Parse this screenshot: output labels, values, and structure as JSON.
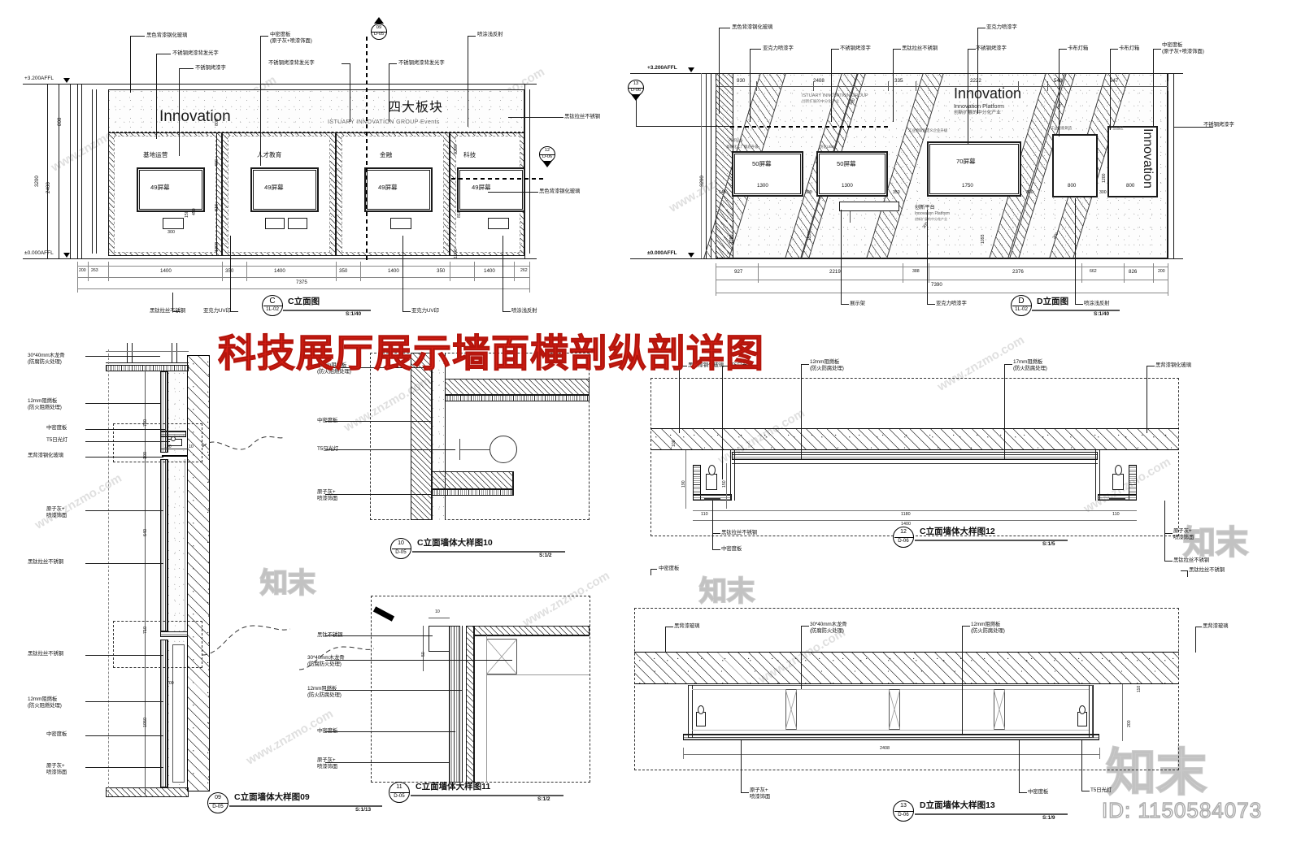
{
  "sheet": {
    "big_title": "科技展厅展示墙面横剖纵剖详图",
    "id_text": "ID: 1150584073",
    "watermark_cn": "知末",
    "watermark_url": "www.znzmo.com"
  },
  "elevation_c": {
    "title": "C立面图",
    "bubble_letter": "C",
    "bubble_sheet": "1L-02",
    "scale": "S:1/40",
    "level_top": "+3.200AFFL",
    "level_bottom": "±0.000AFFL",
    "headline_en": "Innovation",
    "headline_cn": "四大板块",
    "subline_en": "ISTUARY INNOVATION GROUP Events",
    "panel_titles": [
      "基地运营",
      "人才教育",
      "金融",
      "科技"
    ],
    "screen_label": "49屏幕",
    "vert_dims": [
      "800",
      "2400",
      "3200",
      "1000",
      "818",
      "450",
      "150",
      "300"
    ],
    "bottom_dims": [
      "200",
      "263",
      "1400",
      "350",
      "1400",
      "350",
      "1400",
      "350",
      "1400",
      "262"
    ],
    "total_dim": "7375",
    "notes_top": [
      "黑色背漆钢化玻璃",
      "不锈钢烤漆背发光字",
      "不锈钢烤漆字",
      "中密度板\n(原子灰+喷漆饰面)",
      "不锈钢烤漆背发光字",
      "不锈钢烤漆背发光字",
      "喷涂浅反射"
    ],
    "notes_right": [
      "黑钛拉丝不锈钢",
      "黑色背漆钢化玻璃"
    ],
    "notes_bottom": [
      "黑钛拉丝不锈钢",
      "亚克力UV印",
      "亚克力UV印",
      "喷涂浅反射"
    ],
    "markers": [
      {
        "num": "09",
        "sheet": "D-05"
      },
      {
        "num": "12",
        "sheet": "D-06"
      }
    ]
  },
  "elevation_d": {
    "title": "D立面图",
    "bubble_letter": "D",
    "bubble_sheet": "1L-02",
    "scale": "S:1/40",
    "level_top": "+3.200AFFL",
    "level_bottom": "±0.000AFFL",
    "headline_en": "Innovation",
    "sub_en": "Innovation Platform",
    "sub_cn": "创新扩展的中分化产业",
    "group_en": "ISTUARY INNOVATION GROUP",
    "group_cn": "创新扩展的中分化产业",
    "vertical_word": "Innovation",
    "platform_cn": "创新平台",
    "platform_en": "Innovation Platform",
    "platform_sub": "创新扩展的中分化产业",
    "small_notes": [
      "内部设备",
      "高敏化工厂概念升级",
      "优化UBO",
      "工业物联网定义企业升级",
      "工业智能制造",
      "产业园区"
    ],
    "screens": [
      {
        "label": "50屏幕",
        "width": "1300"
      },
      {
        "label": "50屏幕",
        "width": "1300"
      },
      {
        "label": "70屏幕",
        "width": "1750"
      },
      {
        "label": "",
        "width": "800"
      },
      {
        "label": "",
        "width": "800"
      }
    ],
    "top_dims": [
      "930",
      "2408",
      "335",
      "2222",
      "548",
      "947"
    ],
    "gap_dims": [
      "140",
      "300",
      "350",
      "300",
      "300"
    ],
    "vert_dims": [
      "3200",
      "1080",
      "1100",
      "1093",
      "1200",
      "300",
      "500",
      "500",
      "300"
    ],
    "bottom_dims": [
      "927",
      "2219",
      "388",
      "2376",
      "662",
      "826",
      "200"
    ],
    "total_dim": "7390",
    "notes_top": [
      "黑色背漆钢化玻璃",
      "亚克力喷漆字",
      "不锈钢烤漆字",
      "黑钛拉丝不锈钢",
      "亚克力喷漆字",
      "不锈钢烤漆字",
      "卡布灯箱",
      "卡布灯箱",
      "中密度板\n(原子灰+喷漆饰面)"
    ],
    "notes_right": [
      "不锈钢烤漆字"
    ],
    "notes_bottom": [
      "展示架",
      "亚克力喷漆字",
      "喷涂浅反射"
    ],
    "markers": [
      {
        "num": "13",
        "sheet": "D-06"
      }
    ]
  },
  "detail_09": {
    "num": "09",
    "sheet": "D-05",
    "title": "C立面墙体大样图09",
    "scale": "S:1/13",
    "notes_left": [
      "30*40mm木龙骨\n(防腐防火处理)",
      "12mm阻燃板\n(防火阻燃处理)",
      "中密度板",
      "T5日光灯",
      "黑背漆钢化玻璃",
      "原子灰+\n喷漆饰面",
      "黑钛拉丝不锈钢",
      "黑钛拉丝不锈钢",
      "12mm阻燃板\n(防火阻燃处理)",
      "中密度板",
      "原子灰+\n喷漆饰面"
    ],
    "dims": [
      "700",
      "100",
      "640",
      "710",
      "700",
      "1050",
      "190",
      "10",
      "800"
    ]
  },
  "detail_10": {
    "num": "10",
    "sheet": "D-05",
    "title": "C立面墙体大样图10",
    "scale": "S:1/2",
    "notes_left": [
      "12mm阻燃板\n(防火阻燃处理)",
      "中密度板",
      "T5日光灯",
      "原子灰+\n喷漆饰面"
    ]
  },
  "detail_11": {
    "num": "11",
    "sheet": "D-05",
    "title": "C立面墙体大样图11",
    "scale": "S:1/2",
    "notes_left": [
      "黑钛不锈钢",
      "30*40mm木龙骨\n(防腐防火处理)",
      "12mm阻燃板\n(防火防腐处理)",
      "中密度板",
      "原子灰+\n喷漆饰面"
    ],
    "dims": [
      "10",
      "50"
    ]
  },
  "detail_12": {
    "num": "12",
    "sheet": "D-06",
    "title": "C立面墙体大样图12",
    "scale": "S:1/5",
    "notes_top": [
      "黑背漆钢化玻璃",
      "T5日光灯",
      "12mm阻燃板\n(防火防腐处理)",
      "17mm阻燃板\n(防火防腐处理)",
      "黑背漆钢化玻璃"
    ],
    "notes_bottom": [
      "黑钛拉丝不锈钢",
      "中密度板",
      "原子灰+\n喷漆饰面",
      "黑钛拉丝不锈钢"
    ],
    "dims": [
      "190",
      "150",
      "110",
      "110",
      "1180",
      "1400",
      "110",
      "100"
    ]
  },
  "detail_13": {
    "num": "13",
    "sheet": "D-06",
    "title": "D立面墙体大样图13",
    "scale": "S:1/9",
    "notes_top": [
      "黑背漆玻璃",
      "30*40mm木龙骨\n(防腐防火处理)",
      "12mm阻燃板\n(防火防腐处理)",
      "黑背漆玻璃"
    ],
    "notes_bottom": [
      "原子灰+\n喷漆饰面",
      "中密度板",
      "T5日光灯"
    ],
    "dims": [
      "2408",
      "200",
      "110"
    ]
  }
}
